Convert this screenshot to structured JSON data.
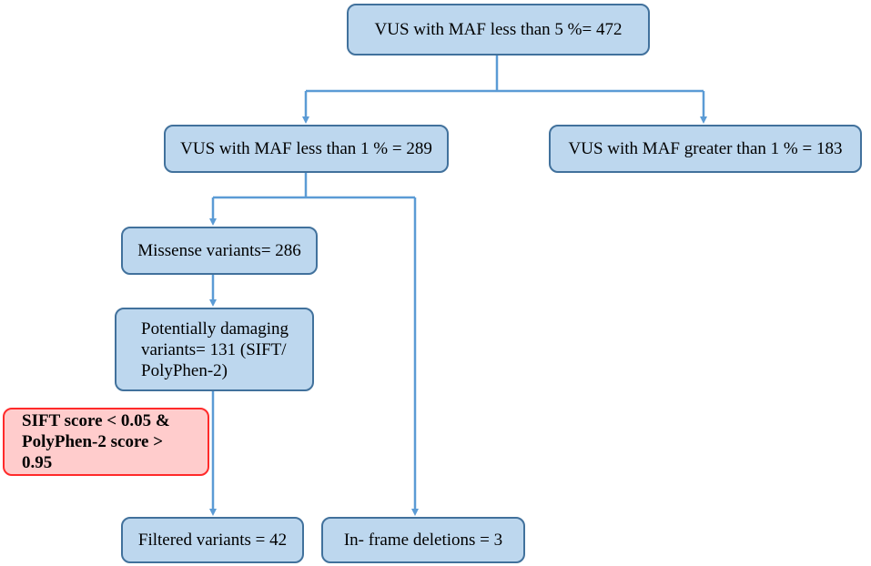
{
  "nodes": {
    "root": "VUS with MAF less than 5 %= 472",
    "maf_below_1": "VUS with MAF less than 1 % = 289",
    "maf_above_1": "VUS with MAF greater than 1 % = 183",
    "missense": "Missense variants= 286",
    "damaging": "Potentially damaging variants= 131 (SIFT/ PolyPhen-2)",
    "criteria": "SIFT score < 0.05 & PolyPhen-2 score > 0.95",
    "filtered": "Filtered variants = 42",
    "inframe": "In- frame deletions = 3"
  },
  "colors": {
    "box_fill": "#bdd7ee",
    "box_border": "#41719c",
    "arrow": "#5b9bd5",
    "criteria_fill": "#ffcccc",
    "criteria_border": "#ff2a2a"
  }
}
